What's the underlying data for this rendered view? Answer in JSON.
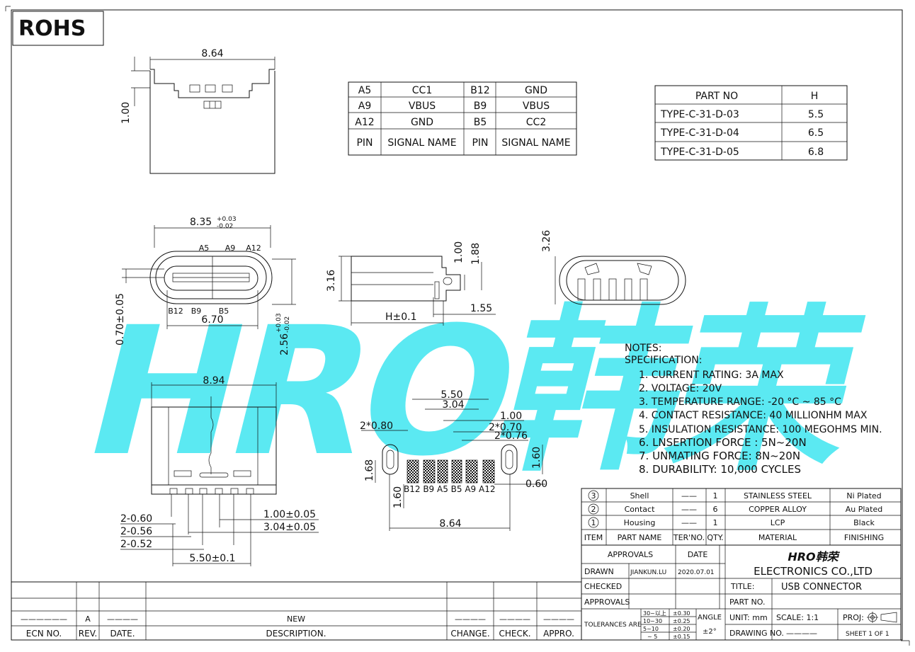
{
  "rohs": "ROHS",
  "pin_table": {
    "rows": [
      [
        "A5",
        "CC1",
        "B12",
        "GND"
      ],
      [
        "A9",
        "VBUS",
        "B9",
        "VBUS"
      ],
      [
        "A12",
        "GND",
        "B5",
        "CC2"
      ],
      [
        "PIN",
        "SIGNAL NAME",
        "PIN",
        "SIGNAL NAME"
      ]
    ]
  },
  "part_table": {
    "header": [
      "PART NO",
      "H"
    ],
    "rows": [
      [
        "TYPE-C-31-D-03",
        "5.5"
      ],
      [
        "TYPE-C-31-D-04",
        "6.5"
      ],
      [
        "TYPE-C-31-D-05",
        "6.8"
      ]
    ]
  },
  "dims": {
    "top_width": "8.64",
    "top_height": "1.00",
    "front_width": "8.35",
    "front_tol_up": "+0.03",
    "front_tol_dn": "-0.02",
    "pin_a5": "A5",
    "pin_a9": "A9",
    "pin_a12": "A12",
    "pin_b12": "B12",
    "pin_b9": "B9",
    "pin_b5": "B5",
    "d070": "0.70±0.05",
    "d670": "6.70",
    "d256": "2.56",
    "d256_up": "+0.03",
    "d256_dn": "-0.02",
    "side_100": "1.00",
    "side_188": "1.88",
    "side_316": "3.16",
    "side_155": "1.55",
    "side_h": "H±0.1",
    "end_326": "3.26",
    "bottom_894": "8.94",
    "d2_060": "2-0.60",
    "d2_056": "2-0.56",
    "d2_052": "2-0.52",
    "d100_005": "1.00±0.05",
    "d304_005": "3.04±0.05",
    "d550_01": "5.50±0.1",
    "pcb_550": "5.50",
    "pcb_304": "3.04",
    "pcb_2x080": "2*0.80",
    "pcb_100": "1.00",
    "pcb_2x070": "2*0.70",
    "pcb_2x076": "2*0.76",
    "pcb_168": "1.68",
    "pcb_160a": "1.60",
    "pcb_160b": "1.60",
    "pcb_060": "0.60",
    "pcb_864": "8.64",
    "pcb_labels": "B12 B9 A5 B5 A9 A12"
  },
  "notes": {
    "title": "NOTES:",
    "spec": "SPECIFICATION:",
    "items": [
      "1. CURRENT RATING: 3A MAX",
      "2. VOLTAGE: 20V",
      "3. TEMPERATURE RANGE: -20 °C ~ 85 °C",
      "4. CONTACT RESISTANCE: 40 MILLIONHM MAX",
      "5. INSULATION RESISTANCE: 100 MEGOHMS MIN.",
      "6. LNSERTION FORCE : 5N~20N",
      "7. UNMATING FORCE: 8N~20N",
      "8. DURABILITY:    10,000 CYCLES"
    ]
  },
  "bom": {
    "rows": [
      [
        "3",
        "Shell",
        "——",
        "1",
        "STAINLESS STEEL",
        "Ni Plated"
      ],
      [
        "2",
        "Contact",
        "——",
        "6",
        "COPPER ALLOY",
        "Au Plated"
      ],
      [
        "1",
        "Housing",
        "——",
        "1",
        "LCP",
        "Black"
      ]
    ],
    "header": [
      "ITEM",
      "PART NAME",
      "TER'NO.",
      "QTY.",
      "MATERIAL",
      "FINISHING"
    ]
  },
  "title_block": {
    "approvals": "APPROVALS",
    "date": "DATE",
    "drawn": "DRAWN",
    "drawn_by": "JIANKUN.LU",
    "drawn_date": "2020.07.01",
    "checked": "CHECKED",
    "approvals2": "APPROVALS",
    "tolerances": "TOLERANCES ARE",
    "tol_rows": [
      [
        "30~以上",
        "±0.30"
      ],
      [
        "10~30",
        "±0.25"
      ],
      [
        "5~10",
        "±0.20"
      ],
      [
        "~ 5",
        "±0.15"
      ]
    ],
    "angle": "ANGLE",
    "angle_val": "±2°",
    "logo": "HRO韩荣",
    "company": "ELECTRONICS  CO.,LTD",
    "title_label": "TITLE:",
    "title_value": "USB  CONNECTOR",
    "part_no": "PART  NO.",
    "unit": "UNIT:  mm",
    "scale": "SCALE:   1:1",
    "proj": "PROJ:",
    "drawing_no": "DRAWING NO.",
    "drawing_no_val": "————",
    "sheet": "SHEET   1  OF  1"
  },
  "revision": {
    "row": [
      "——————",
      "A",
      "————",
      "NEW",
      "————",
      "————",
      "————"
    ],
    "header": [
      "ECN  NO.",
      "REV.",
      "DATE.",
      "DESCRIPTION.",
      "CHANGE.",
      "CHECK.",
      "APPRO."
    ]
  },
  "watermark": "HRO韩荣"
}
